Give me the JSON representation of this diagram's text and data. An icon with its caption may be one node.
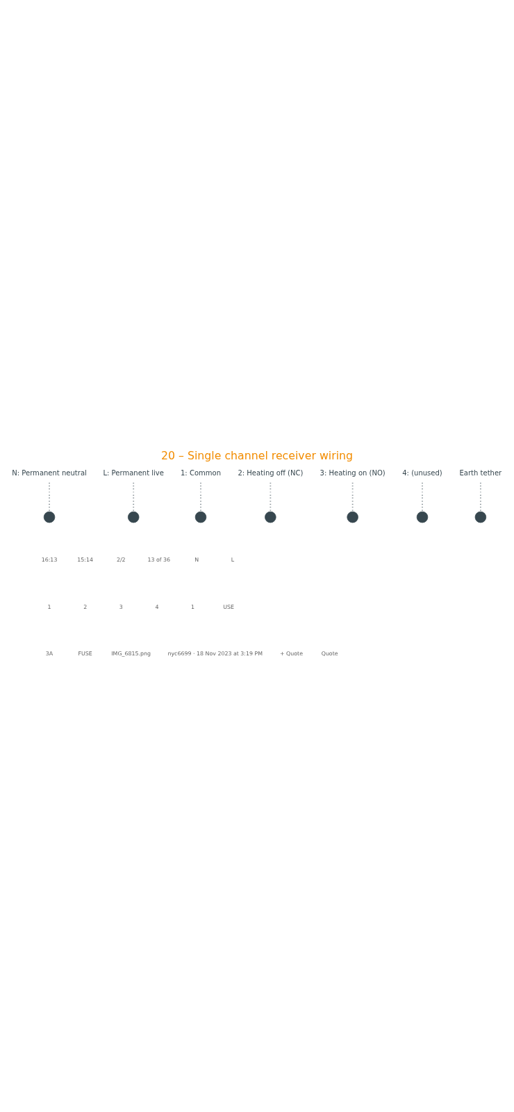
{
  "diagram": {
    "title": "20 – Single channel receiver wiring",
    "nodes": [
      {
        "text": [
          "N: Permanent neutral"
        ]
      },
      {
        "text": [
          "L: Permanent live"
        ]
      },
      {
        "text": [
          "1: Common"
        ]
      },
      {
        "text": [
          "2: Heating off (NC)"
        ]
      },
      {
        "text": [
          "3: Heating on (NO)"
        ]
      },
      {
        "text": [
          "4: (unused)"
        ]
      },
      {
        "text": [],
        "shape": "circle"
      },
      {
        "text": [],
        "shape": "circle"
      },
      {
        "text": [],
        "shape": "circle"
      },
      {
        "text": [],
        "shape": "circle"
      },
      {
        "text": [],
        "shape": "circle"
      },
      {
        "text": [],
        "shape": "circle"
      },
      {
        "text": [],
        "shape": "circle"
      },
      {
        "text": [
          "Earth tether"
        ]
      }
    ],
    "edges": [
      {
        "from": 0,
        "to": 6,
        "arrow": "none",
        "style": "dashed"
      },
      {
        "from": 1,
        "to": 7,
        "arrow": "none",
        "style": "dashed"
      },
      {
        "from": 2,
        "to": 8,
        "arrow": "none",
        "style": "dashed"
      },
      {
        "from": 3,
        "to": 9,
        "arrow": "none",
        "style": "dashed"
      },
      {
        "from": 4,
        "to": 10,
        "arrow": "none",
        "style": "dashed"
      },
      {
        "from": 5,
        "to": 11,
        "arrow": "none",
        "style": "dashed"
      },
      {
        "from": 13,
        "to": 12,
        "arrow": "none",
        "style": "dashed"
      }
    ],
    "labels": [
      "16:13",
      "15:14",
      "2/2",
      "13 of 36",
      "N",
      "L",
      "1",
      "2",
      "3",
      "4",
      "1",
      "USE",
      "3A",
      "FUSE",
      "IMG_6815.png",
      "nyc6699 · 18 Nov 2023 at 3:19 PM",
      "+ Quote",
      "Quote"
    ]
  }
}
